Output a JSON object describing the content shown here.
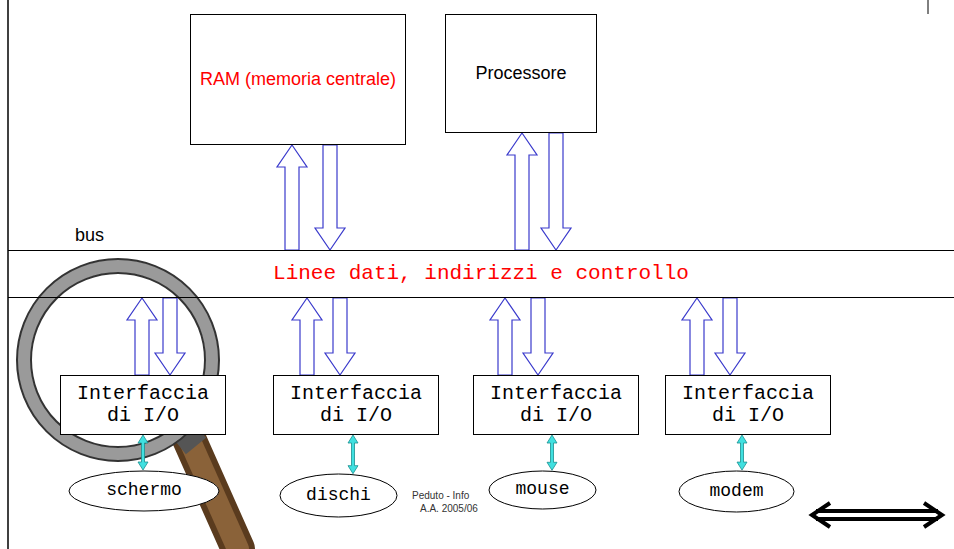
{
  "diagram": {
    "nodes": [
      {
        "text": [
          "RAM (memoria centrale)"
        ]
      },
      {
        "text": [
          "Processore"
        ]
      },
      {
        "text": [
          "bus",
          "Linee dati, indirizzi e controllo"
        ]
      },
      {
        "text": [
          "Interfaccia di I/O"
        ]
      },
      {
        "text": [
          "Interfaccia di I/O"
        ]
      },
      {
        "text": [
          "Interfaccia di I/O"
        ]
      },
      {
        "text": [
          "Interfaccia di I/O"
        ]
      },
      {
        "text": [
          "schermo"
        ]
      },
      {
        "text": [
          "dischi"
        ]
      },
      {
        "text": [
          "mouse"
        ]
      },
      {
        "text": [
          "modem"
        ]
      }
    ],
    "edges": [
      {
        "from": 0,
        "to": 2,
        "arrow": "both"
      },
      {
        "from": 1,
        "to": 2,
        "arrow": "both"
      },
      {
        "from": 2,
        "to": 3,
        "arrow": "both"
      },
      {
        "from": 2,
        "to": 4,
        "arrow": "both"
      },
      {
        "from": 2,
        "to": 5,
        "arrow": "both"
      },
      {
        "from": 2,
        "to": 6,
        "arrow": "both"
      },
      {
        "from": 3,
        "to": 7,
        "arrow": "both"
      },
      {
        "from": 4,
        "to": 8,
        "arrow": "both"
      },
      {
        "from": 5,
        "to": 9,
        "arrow": "both"
      },
      {
        "from": 6,
        "to": 10,
        "arrow": "both"
      }
    ],
    "labels": [
      "Peduto - Info",
      "A.A. 2005/06"
    ]
  }
}
